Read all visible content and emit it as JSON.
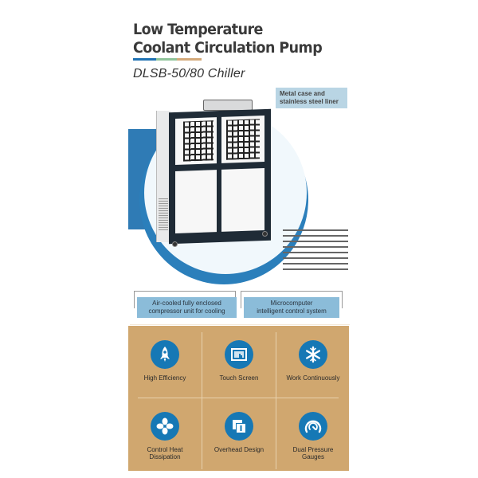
{
  "header": {
    "title_lines": [
      "Low Temperature",
      "Coolant Circulation Pump"
    ],
    "subtitle": "DLSB-50/80 Chiller",
    "color_bar": [
      "#1f72b3",
      "#8fc49a",
      "#d4a97a"
    ]
  },
  "callout": {
    "lines": [
      "Metal case and",
      "stainless steel liner"
    ],
    "background": "#b9d5e4"
  },
  "product": {
    "name": "chiller-unit-image"
  },
  "highlights": [
    {
      "lines": [
        "Air-cooled fully enclosed",
        "compressor unit for cooling"
      ]
    },
    {
      "lines": [
        "Microcomputer",
        "intelligent control system"
      ]
    }
  ],
  "features": {
    "background": "#d0a76f",
    "icon_color": "#1678b5",
    "items": [
      {
        "icon": "rocket-icon",
        "label_lines": [
          "High Efficiency"
        ]
      },
      {
        "icon": "touch-screen-icon",
        "label_lines": [
          "Touch Screen"
        ]
      },
      {
        "icon": "snowflake-icon",
        "label_lines": [
          "Work Continuously"
        ]
      },
      {
        "icon": "fan-icon",
        "label_lines": [
          "Control Heat",
          "Dissipation"
        ]
      },
      {
        "icon": "overhead-design-icon",
        "label_lines": [
          "Overhead Design"
        ]
      },
      {
        "icon": "pressure-gauge-icon",
        "label_lines": [
          "Dual Pressure",
          "Gauges"
        ]
      }
    ]
  },
  "colors": {
    "accent_blue": "#2f7bb5",
    "circle_fill": "#f1f8fc",
    "stripe_gray": "#666666"
  }
}
